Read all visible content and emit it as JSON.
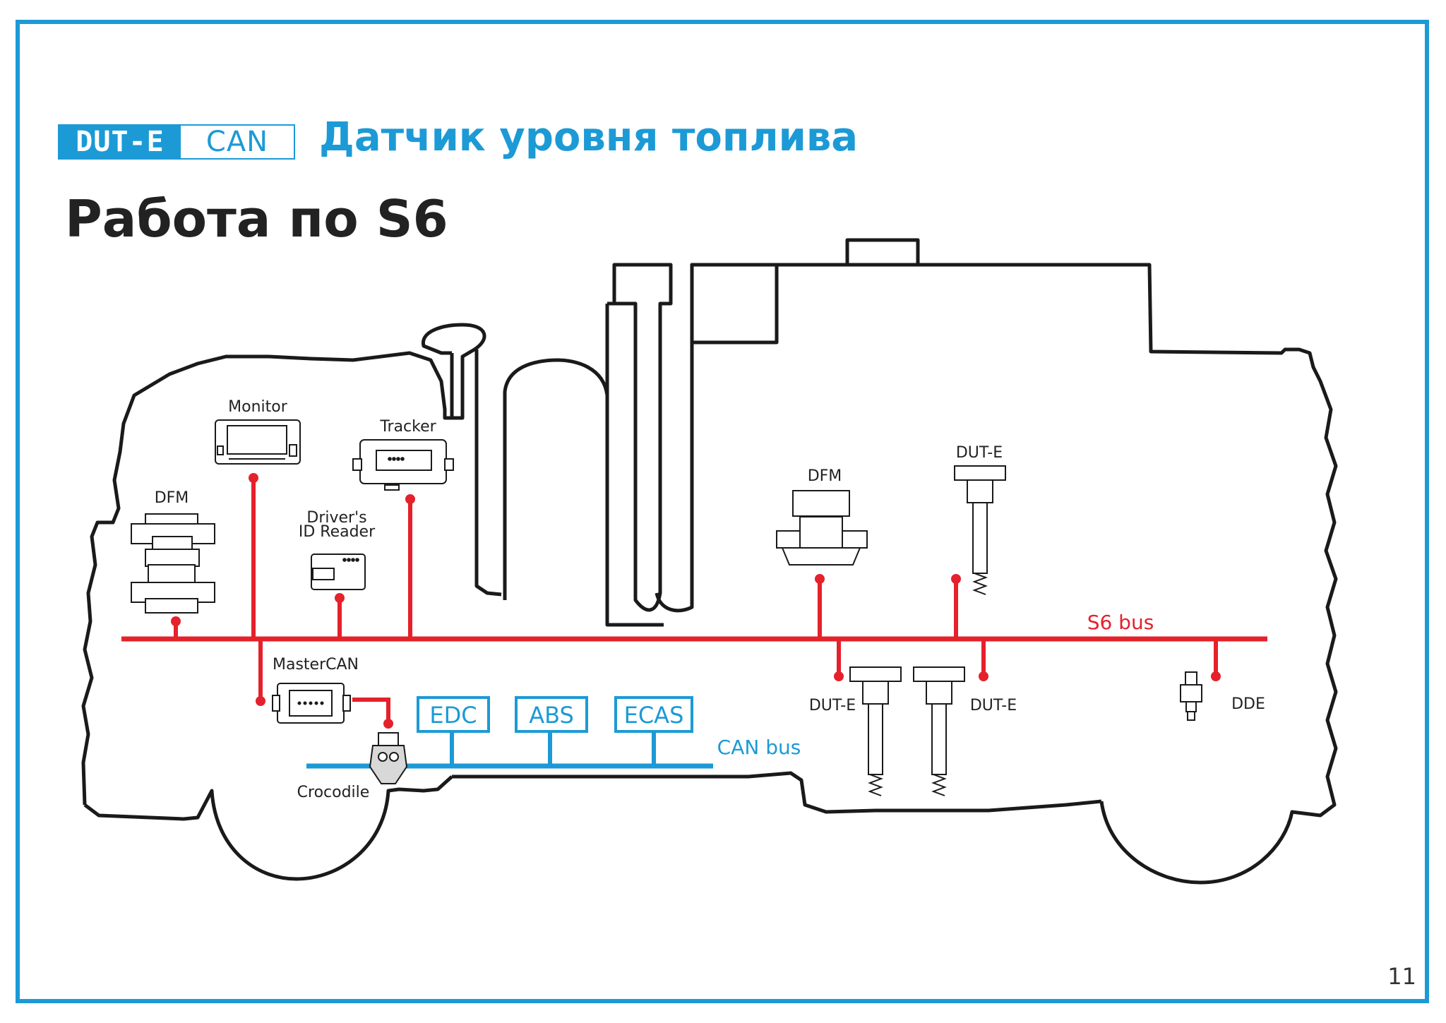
{
  "header": {
    "logo_left": "DUT-E",
    "logo_right": "CAN",
    "title": "Датчик уровня топлива",
    "subtitle": "Работа по S6"
  },
  "page_number": "11",
  "labels": {
    "monitor": "Monitor",
    "tracker": "Tracker",
    "dfm_left": "DFM",
    "driver_id_line1": "Driver's",
    "driver_id_line2": "ID Reader",
    "mastercan": "MasterCAN",
    "crocodile": "Crocodile",
    "dfm_right": "DFM",
    "dute_top": "DUT-E",
    "dute_bottom_left": "DUT-E",
    "dute_bottom_right": "DUT-E",
    "dde": "DDE",
    "s6_bus": "S6 bus",
    "can_bus": "CAN bus",
    "edc": "EDC",
    "abs": "ABS",
    "ecas": "ECAS"
  },
  "colors": {
    "accent_blue": "#1c9ad6",
    "bus_red": "#e5212b",
    "outline": "#1a1a1a"
  }
}
